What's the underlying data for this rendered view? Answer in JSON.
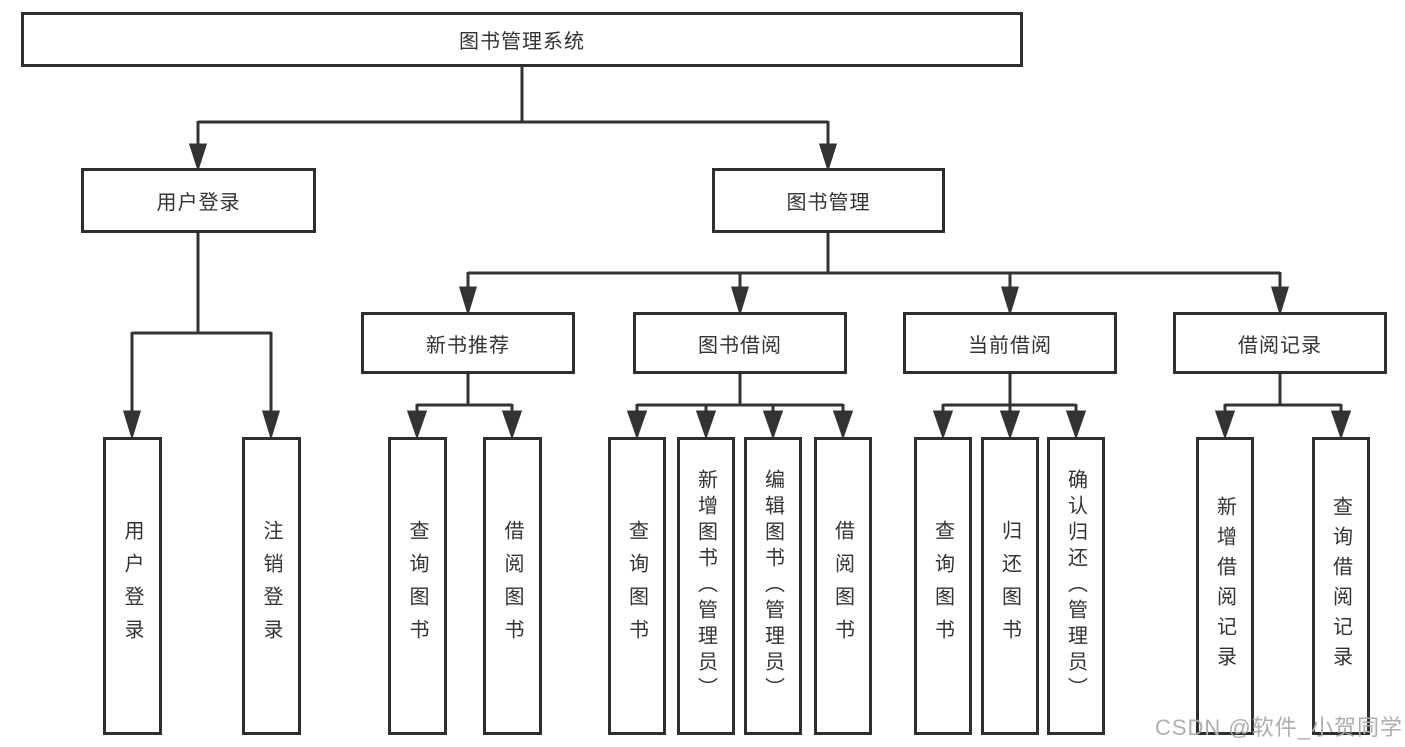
{
  "diagram": {
    "title": "图书管理系统",
    "level2": {
      "user_login": "用户登录",
      "book_management": "图书管理"
    },
    "level3": {
      "new_book_rec": "新书推荐",
      "book_borrow": "图书借阅",
      "current_borrow": "当前借阅",
      "borrow_records": "借阅记录"
    },
    "leaves": {
      "user_login": "用户登录",
      "logout": "注销登录",
      "rec_query_books": "查询图书",
      "rec_borrow_books": "借阅图书",
      "bor_query_books": "查询图书",
      "bor_add_books_admin": "新增图书（管理员）",
      "bor_edit_books_admin": "编辑图书（管理员）",
      "bor_borrow_books": "借阅图书",
      "cur_query_books": "查询图书",
      "cur_return_books": "归还图书",
      "cur_confirm_return_admin": "确认归还（管理员）",
      "add_borrow_record": "新增借阅记录",
      "query_borrow_record": "查询借阅记录"
    }
  },
  "watermark": {
    "text": "CSDN @软件_小贺同学"
  }
}
